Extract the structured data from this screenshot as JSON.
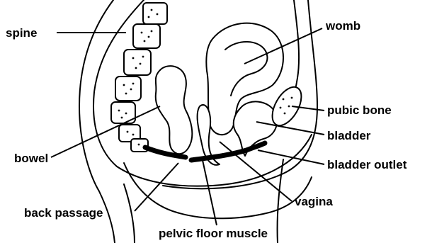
{
  "labels": {
    "spine": "spine",
    "womb": "womb",
    "pubic_bone": "pubic bone",
    "bladder": "bladder",
    "bladder_outlet": "bladder outlet",
    "bowel": "bowel",
    "vagina": "vagina",
    "back_passage": "back passage",
    "pelvic_floor_muscle": "pelvic floor muscle"
  },
  "colors": {
    "ink": "#000000",
    "paper": "#ffffff"
  }
}
